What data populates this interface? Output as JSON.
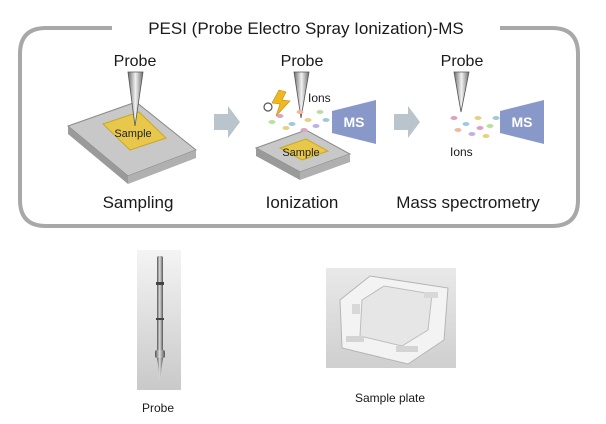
{
  "title": "PESI (Probe Electro Spray Ionization)-MS",
  "stages": [
    {
      "probe_label": "Probe",
      "sample_label": "Sample",
      "stage_label": "Sampling"
    },
    {
      "probe_label": "Probe",
      "sample_label": "Sample",
      "ions_label": "Ions",
      "ms_label": "MS",
      "stage_label": "Ionization"
    },
    {
      "probe_label": "Probe",
      "ions_label": "Ions",
      "ms_label": "MS",
      "stage_label": "Mass spectrometry"
    }
  ],
  "photos": [
    {
      "caption": "Probe"
    },
    {
      "caption": "Sample plate"
    }
  ],
  "colors": {
    "frame": "#a8a8a8",
    "arrow": "#b9c4cc",
    "ms_box": "#8898c8",
    "sample": "#e8c84a",
    "plate_top": "#c8c8c8",
    "lightning": "#f0b820",
    "particles": [
      "#e0a0c0",
      "#a0c8e0",
      "#e8d080",
      "#b8e0a0",
      "#f0b8a0",
      "#c0b0e8"
    ]
  }
}
